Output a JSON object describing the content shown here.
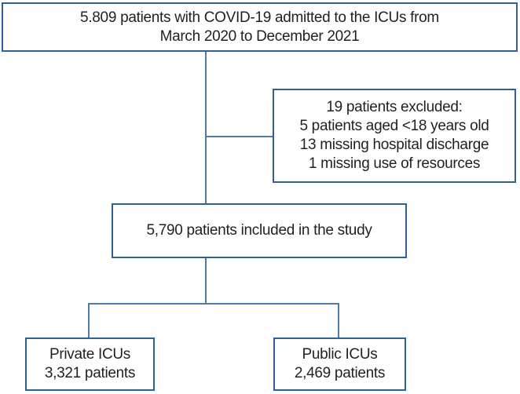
{
  "diagram": {
    "type": "patient-flowchart",
    "nodes": {
      "admitted": {
        "text": "5.809 patients with COVID-19 admitted to the ICUs from\nMarch 2020 to December 2021",
        "count": "5.809"
      },
      "excluded": {
        "text": "19 patients excluded:\n5 patients aged <18 years old\n13 missing hospital discharge\n1 missing use of resources",
        "count": "19"
      },
      "included": {
        "text": "5,790 patients included in the study",
        "count": "5,790"
      },
      "private_icus": {
        "text": "Private ICUs\n3,321 patients",
        "count": "3,321"
      },
      "public_icus": {
        "text": "Public ICUs\n2,469 patients",
        "count": "2,469"
      }
    },
    "colors": {
      "box_border": "#2e5f9b",
      "connector_line": "#4e7bac",
      "text": "#231f20",
      "background": "#ffffff"
    }
  }
}
